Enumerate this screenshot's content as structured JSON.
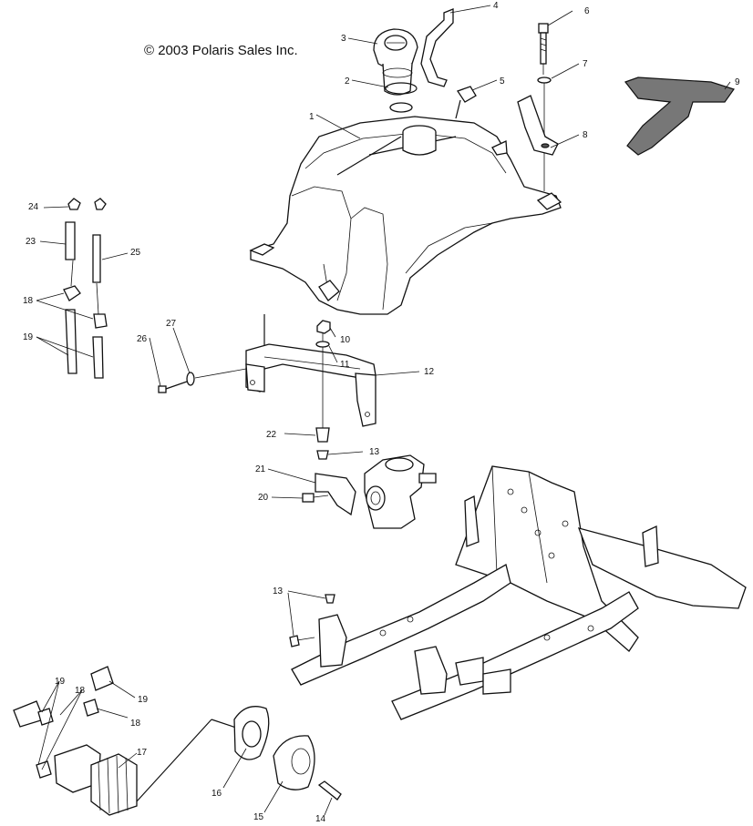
{
  "copyright": "© 2003 Polaris Sales Inc.",
  "callouts": [
    {
      "id": "c1",
      "label": "1"
    },
    {
      "id": "c2",
      "label": "2"
    },
    {
      "id": "c3",
      "label": "3"
    },
    {
      "id": "c4",
      "label": "4"
    },
    {
      "id": "c5",
      "label": "5"
    },
    {
      "id": "c6",
      "label": "6"
    },
    {
      "id": "c7",
      "label": "7"
    },
    {
      "id": "c8",
      "label": "8"
    },
    {
      "id": "c9",
      "label": "9"
    },
    {
      "id": "c10",
      "label": "10"
    },
    {
      "id": "c11",
      "label": "11"
    },
    {
      "id": "c12",
      "label": "12"
    },
    {
      "id": "c13a",
      "label": "13"
    },
    {
      "id": "c13b",
      "label": "13"
    },
    {
      "id": "c14",
      "label": "14"
    },
    {
      "id": "c15",
      "label": "15"
    },
    {
      "id": "c16",
      "label": "16"
    },
    {
      "id": "c17",
      "label": "17"
    },
    {
      "id": "c18a",
      "label": "18"
    },
    {
      "id": "c18b",
      "label": "18"
    },
    {
      "id": "c18c",
      "label": "18"
    },
    {
      "id": "c19a",
      "label": "19"
    },
    {
      "id": "c19b",
      "label": "19"
    },
    {
      "id": "c19c",
      "label": "19"
    },
    {
      "id": "c20",
      "label": "20"
    },
    {
      "id": "c21",
      "label": "21"
    },
    {
      "id": "c22",
      "label": "22"
    },
    {
      "id": "c23",
      "label": "23"
    },
    {
      "id": "c24",
      "label": "24"
    },
    {
      "id": "c25",
      "label": "25"
    },
    {
      "id": "c26",
      "label": "26"
    },
    {
      "id": "c27",
      "label": "27"
    }
  ]
}
